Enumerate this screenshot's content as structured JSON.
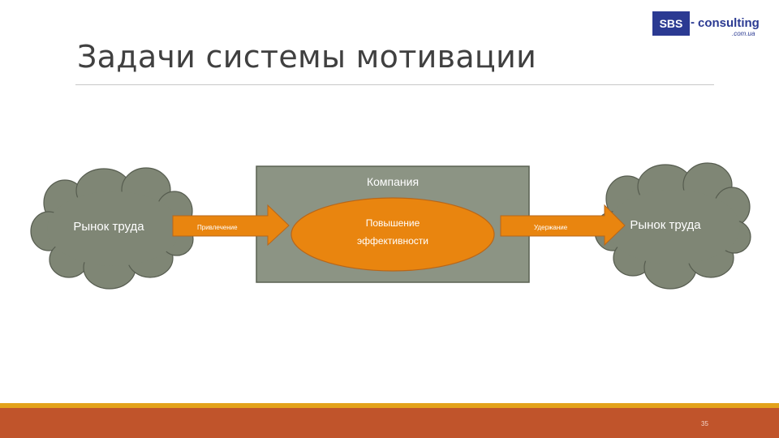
{
  "slide": {
    "title": "Задачи системы мотивации",
    "page_number": "35"
  },
  "logo": {
    "brand": "SBS",
    "dash": "-",
    "name": "consulting",
    "domain": ".com.ua"
  },
  "diagram": {
    "left_cloud": "Рынок труда",
    "right_cloud": "Рынок труда",
    "company_label": "Компания",
    "center_line1": "Повышение",
    "center_line2": "эффективности",
    "left_arrow": "Привлечение",
    "right_arrow": "Удержание"
  },
  "colors": {
    "cloud_fill": "#7f8675",
    "company_box": "#8c9484",
    "orange": "#e9850f",
    "footer": "#c0542b",
    "footer_stripe": "#e3a21a"
  }
}
